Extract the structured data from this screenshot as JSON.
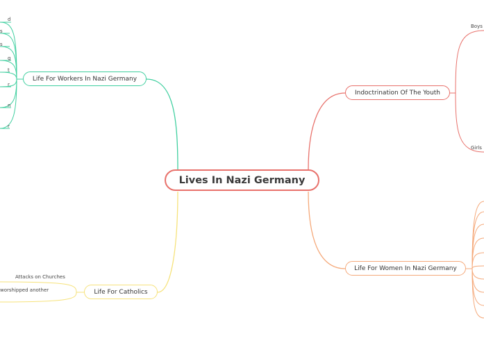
{
  "central": {
    "label": "Lives In Nazi Germany"
  },
  "topics": {
    "workers": {
      "label": "Life For Workers In Nazi Germany",
      "color": "#3fcf9f"
    },
    "youth": {
      "label": "Indoctrination Of The Youth",
      "color": "#e8716b"
    },
    "women": {
      "label": "Life For Women In Nazi Germany",
      "color": "#f5a97a"
    },
    "catholics": {
      "label": "Life For Catholics",
      "color": "#f6e27a"
    }
  },
  "workers_subtopics": [
    "d",
    "s",
    "s",
    "g",
    "t",
    "r",
    "n",
    "r"
  ],
  "youth_subtopics": {
    "boys": "Boys",
    "girls": "Girls"
  },
  "catholic_subtopics": {
    "attacks": "Attacks on Churches",
    "worship": "worshipped another"
  }
}
